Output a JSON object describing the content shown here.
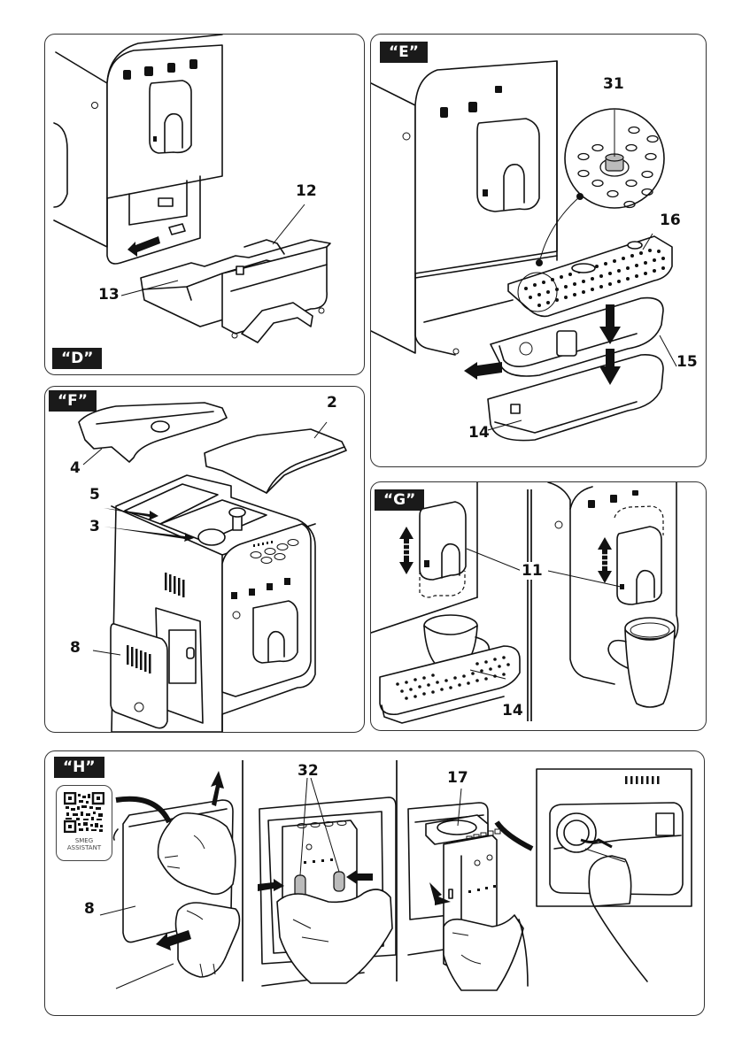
{
  "document": {
    "type": "appliance instruction manual illustration page",
    "brand_mark": [
      "S",
      "M",
      "E",
      "G"
    ]
  },
  "panels": {
    "D": {
      "label": "“D”",
      "callouts": [
        "12",
        "13"
      ],
      "description": "Inserting drip tray assembly (grounds container 12, drip tray 13) into machine"
    },
    "E": {
      "label": "“E”",
      "callouts": [
        "31",
        "16",
        "15",
        "14"
      ],
      "description": "Drip tray exploded view: grid 16 with float indicator 31, tray 15, container 14"
    },
    "F": {
      "label": "“F”",
      "callouts": [
        "2",
        "4",
        "5",
        "3",
        "8"
      ],
      "description": "Machine top covers 2 and 4 removed, compartments 5 and 3, side door 8"
    },
    "G": {
      "label": "“G”",
      "callouts": [
        "11",
        "14"
      ],
      "description": "Adjustable coffee dispenser 11 height for cup vs mug, drip tray 14"
    },
    "H": {
      "label": "“H”",
      "callouts": [
        "8",
        "32",
        "17"
      ],
      "qr": {
        "line1": "SMEG",
        "line2": "ASSISTANT"
      },
      "description": "Removing side door 8, pressing release buttons 32, extracting brewing unit 17 and cleaning"
    }
  }
}
